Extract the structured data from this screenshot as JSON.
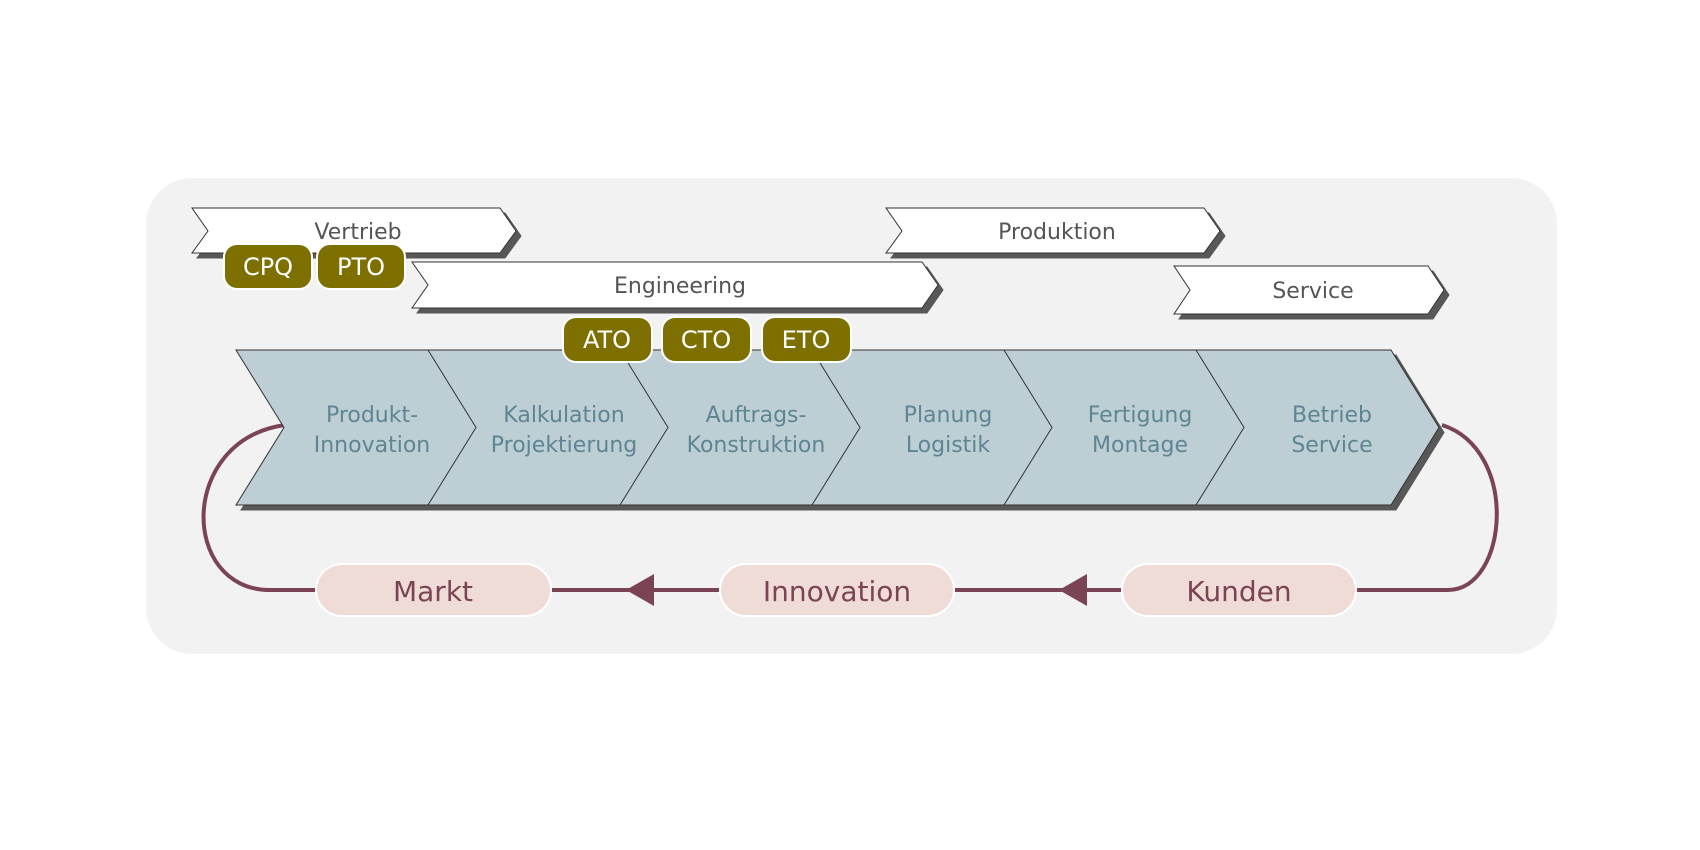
{
  "colors": {
    "panel_bg": "#f2f2f2",
    "chevron_fill": "#bdcfd4",
    "chevron_text": "#5e8593",
    "dept_fill": "#ffffff",
    "dept_text": "#555555",
    "badge_fill": "#7d7000",
    "badge_text": "#ffffff",
    "loop_line": "#7a4455",
    "pill_fill": "#f0dcd7",
    "pill_text": "#7a4455",
    "shadow": "#595959"
  },
  "departments": [
    {
      "id": "vertrieb",
      "label": "Vertrieb"
    },
    {
      "id": "produktion",
      "label": "Produktion"
    },
    {
      "id": "engineering",
      "label": "Engineering"
    },
    {
      "id": "service",
      "label": "Service"
    }
  ],
  "badges": [
    {
      "id": "cpq",
      "label": "CPQ"
    },
    {
      "id": "pto",
      "label": "PTO"
    },
    {
      "id": "ato",
      "label": "ATO"
    },
    {
      "id": "cto",
      "label": "CTO"
    },
    {
      "id": "eto",
      "label": "ETO"
    }
  ],
  "process_steps": [
    {
      "id": "produkt-innovation",
      "lines": [
        "Produkt-",
        "Innovation"
      ]
    },
    {
      "id": "kalkulation-projektierung",
      "lines": [
        "Kalkulation",
        "Projektierung"
      ]
    },
    {
      "id": "auftrags-konstruktion",
      "lines": [
        "Auftrags-",
        "Konstruktion"
      ]
    },
    {
      "id": "planung-logistik",
      "lines": [
        "Planung",
        "Logistik"
      ]
    },
    {
      "id": "fertigung-montage",
      "lines": [
        "Fertigung",
        "Montage"
      ]
    },
    {
      "id": "betrieb-service",
      "lines": [
        "Betrieb",
        "Service"
      ]
    }
  ],
  "loop_labels": [
    {
      "id": "markt",
      "label": "Markt"
    },
    {
      "id": "innovation",
      "label": "Innovation"
    },
    {
      "id": "kunden",
      "label": "Kunden"
    }
  ]
}
